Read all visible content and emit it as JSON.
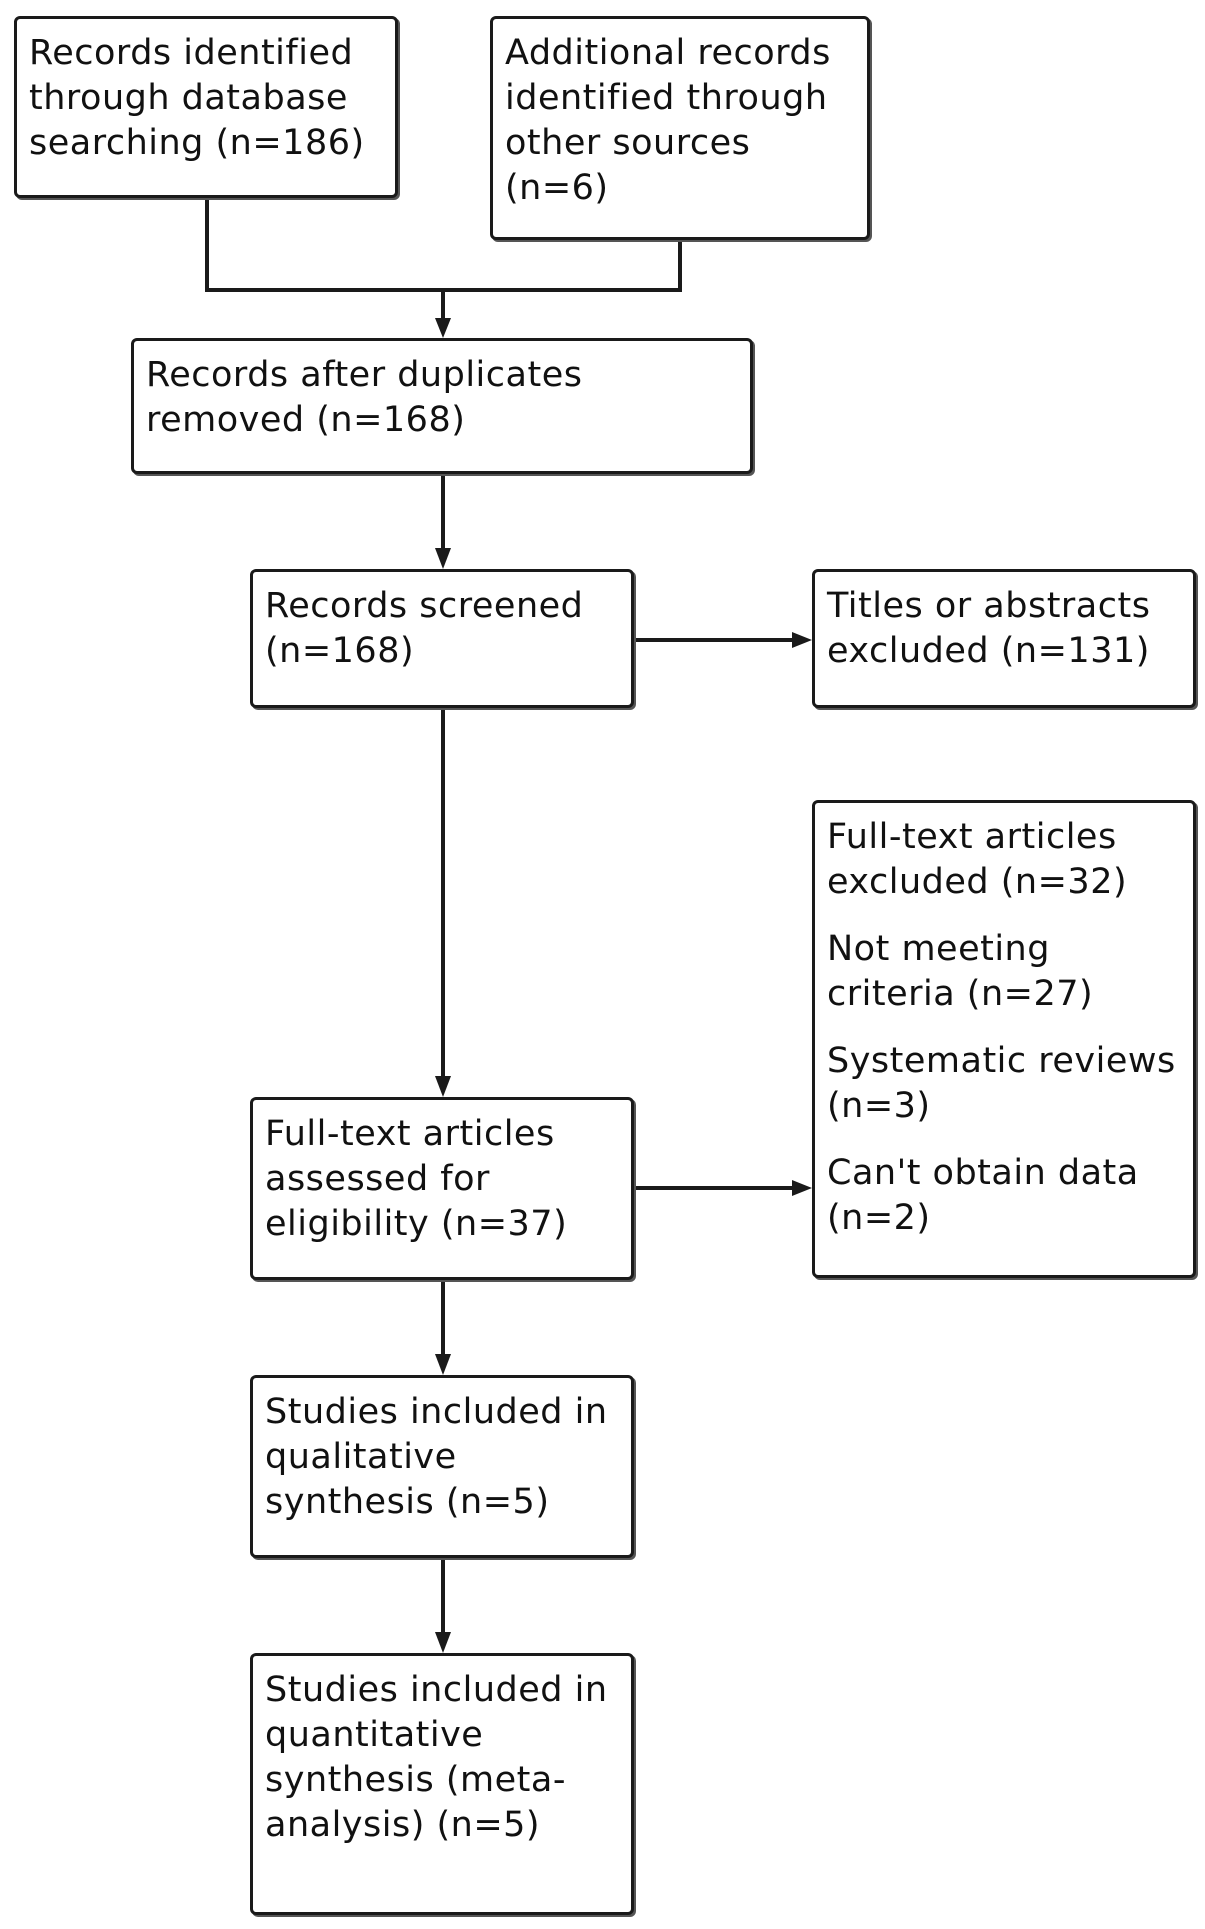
{
  "flow": {
    "identified_db": "Records identified through database searching (n=186)",
    "identified_other": "Additional records identified through other sources (n=6)",
    "after_duplicates": "Records after duplicates removed (n=168)",
    "screened": "Records screened (n=168)",
    "excluded_titles": "Titles or abstracts excluded (n=131)",
    "fulltext_excluded": {
      "heading": "Full-text articles excluded (n=32)",
      "reasons": [
        "Not meeting criteria (n=27)",
        "Systematic reviews (n=3)",
        "Can't obtain data (n=2)"
      ]
    },
    "fulltext_assessed": "Full-text articles assessed for eligibility (n=37)",
    "qualitative": "Studies included in qualitative synthesis (n=5)",
    "quantitative": "Studies included in quantitative synthesis (meta-analysis) (n=5)"
  }
}
